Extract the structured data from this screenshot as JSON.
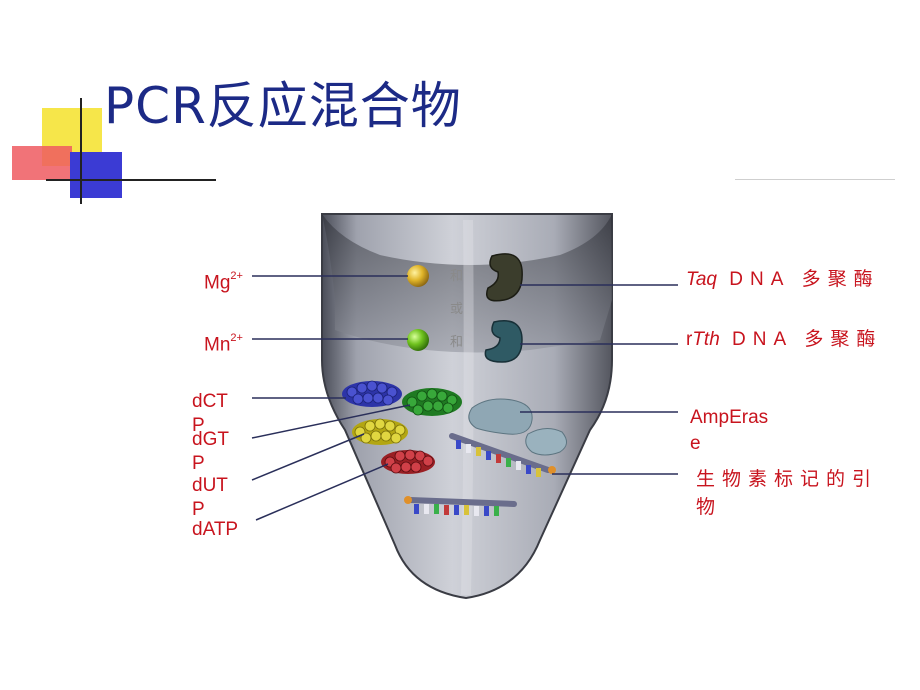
{
  "title": "PCR反应混合物",
  "labels_left": {
    "mg": {
      "base": "Mg",
      "sup": "2+"
    },
    "mn": {
      "base": "Mn",
      "sup": "2+"
    },
    "dctp_line1": "dCT",
    "dctp_line2": "P",
    "dgtp_line1": "dGT",
    "dgtp_line2": "P",
    "dutp_line1": "dUT",
    "dutp_line2": "P",
    "datp": "dATP"
  },
  "labels_right": {
    "taq_italic": "Taq",
    "taq_rest": " DNA 多聚酶",
    "rtth_r": "r",
    "rtth_italic": "Tth",
    "rtth_rest": " DNA 多聚酶",
    "amperase_line1": "AmpEras",
    "amperase_line2": "e",
    "biotin_line1": "生物素标记的引",
    "biotin_line2": "物"
  },
  "middle_text": {
    "and1": "和",
    "or": "或",
    "and2": "和"
  },
  "colors": {
    "title": "#1c2a86",
    "labels": "#c8141e",
    "deco_yellow": "#f5e23a",
    "deco_red": "#e8434a",
    "deco_blue": "#3a3ad0"
  }
}
